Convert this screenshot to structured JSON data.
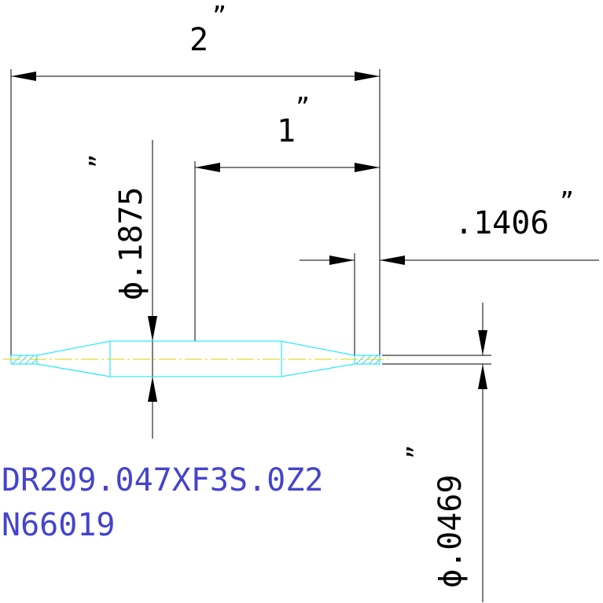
{
  "drawing": {
    "dimensions": {
      "overall_length": "2",
      "taper_length": "1",
      "end_length": ".1406",
      "body_diameter": "ϕ.1875",
      "tip_diameter": "ϕ.0469",
      "inch_mark": "”"
    },
    "part_labels": {
      "line1": "DR209.047XF3S.0Z2",
      "line2": "N66019"
    },
    "colors": {
      "dimension": "#000000",
      "outline": "#00e5ff",
      "centerline": "#e0d000",
      "label": "#3333cc",
      "hatch": "#00d0e0"
    }
  }
}
